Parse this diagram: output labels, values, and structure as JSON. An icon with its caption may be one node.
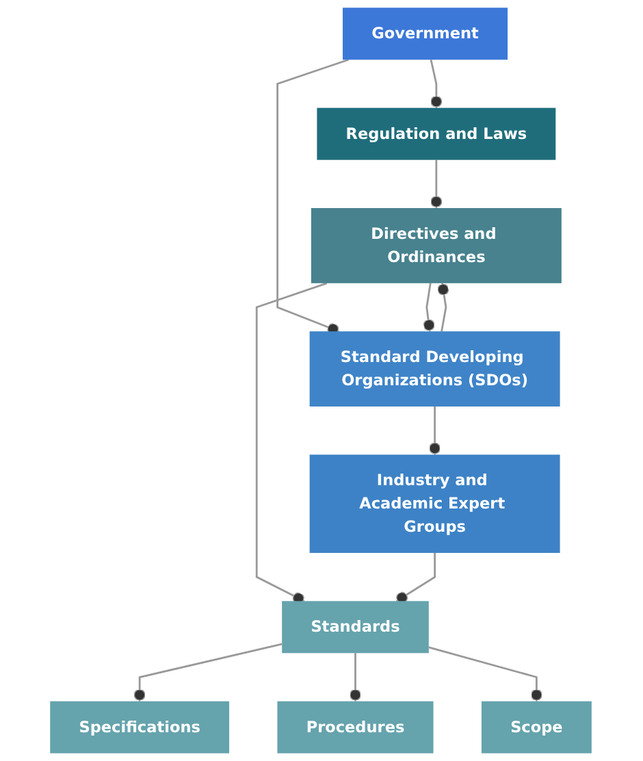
{
  "diagram": {
    "nodes": [
      {
        "text": [
          "Regulation and Laws"
        ]
      },
      {
        "text": [
          "Government"
        ]
      },
      {
        "text": [
          "Directives and Ordinances"
        ]
      },
      {
        "text": [
          "Standard Developing Organizations (SDOs)"
        ]
      },
      {
        "text": [
          "Standards"
        ]
      },
      {
        "text": [
          "Industry and Academic Expert Groups"
        ]
      },
      {
        "text": [
          "Specifications"
        ]
      },
      {
        "text": [
          "Procedures"
        ]
      },
      {
        "text": [
          "Scope"
        ]
      }
    ],
    "edges": [
      {
        "from": 1,
        "to": 0,
        "arrow": "other"
      },
      {
        "from": 0,
        "to": 2,
        "arrow": "other"
      },
      {
        "from": 1,
        "to": 3,
        "arrow": "other"
      },
      {
        "from": 2,
        "to": 3,
        "arrow": "other"
      },
      {
        "from": 3,
        "to": 2,
        "arrow": "other"
      },
      {
        "from": 2,
        "to": 4,
        "arrow": "other"
      },
      {
        "from": 3,
        "to": 5,
        "arrow": "other"
      },
      {
        "from": 5,
        "to": 4,
        "arrow": "other"
      },
      {
        "from": 4,
        "to": 6,
        "arrow": "other"
      },
      {
        "from": 4,
        "to": 7,
        "arrow": "other"
      },
      {
        "from": 4,
        "to": 8,
        "arrow": "other"
      }
    ]
  }
}
